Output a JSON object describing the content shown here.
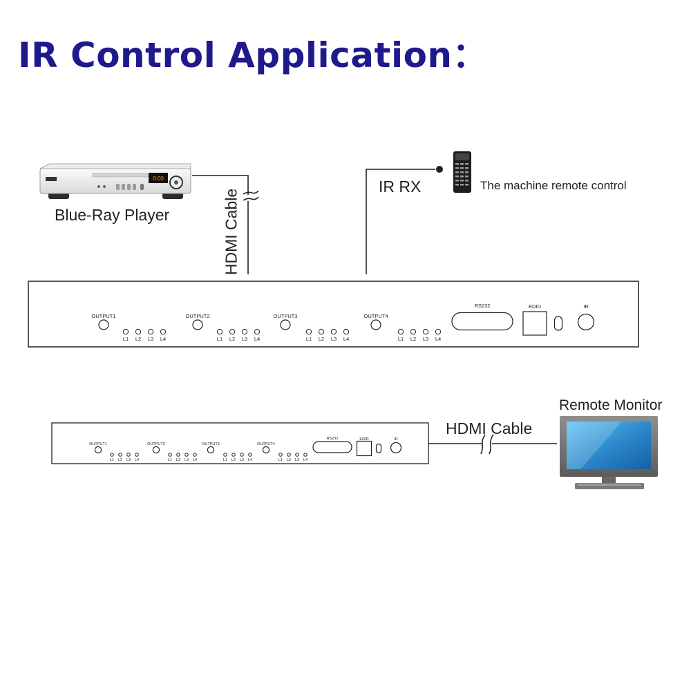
{
  "title": "IR Control Application：",
  "labels": {
    "bluray_player": "Blue-Ray Player",
    "hdmi_cable_vertical": "HDMI Cable",
    "ir_rx": "IR RX",
    "remote_control": "The machine remote control",
    "hdmi_cable_horizontal": "HDMI Cable",
    "remote_monitor": "Remote Monitor"
  },
  "bluray_display": "0:00",
  "panel": {
    "outputs": [
      "OUTPUT1",
      "OUTPUT2",
      "OUTPUT3",
      "OUTPUT4"
    ],
    "leds": [
      "L1",
      "L2",
      "L3",
      "L4"
    ],
    "rs232": "RS232",
    "edid": "EDID",
    "ir": "IR"
  },
  "colors": {
    "title": "#1f1a8c",
    "line": "#222222",
    "screen_blue": "#2a86c9",
    "display_amber": "#ff9a1a"
  }
}
